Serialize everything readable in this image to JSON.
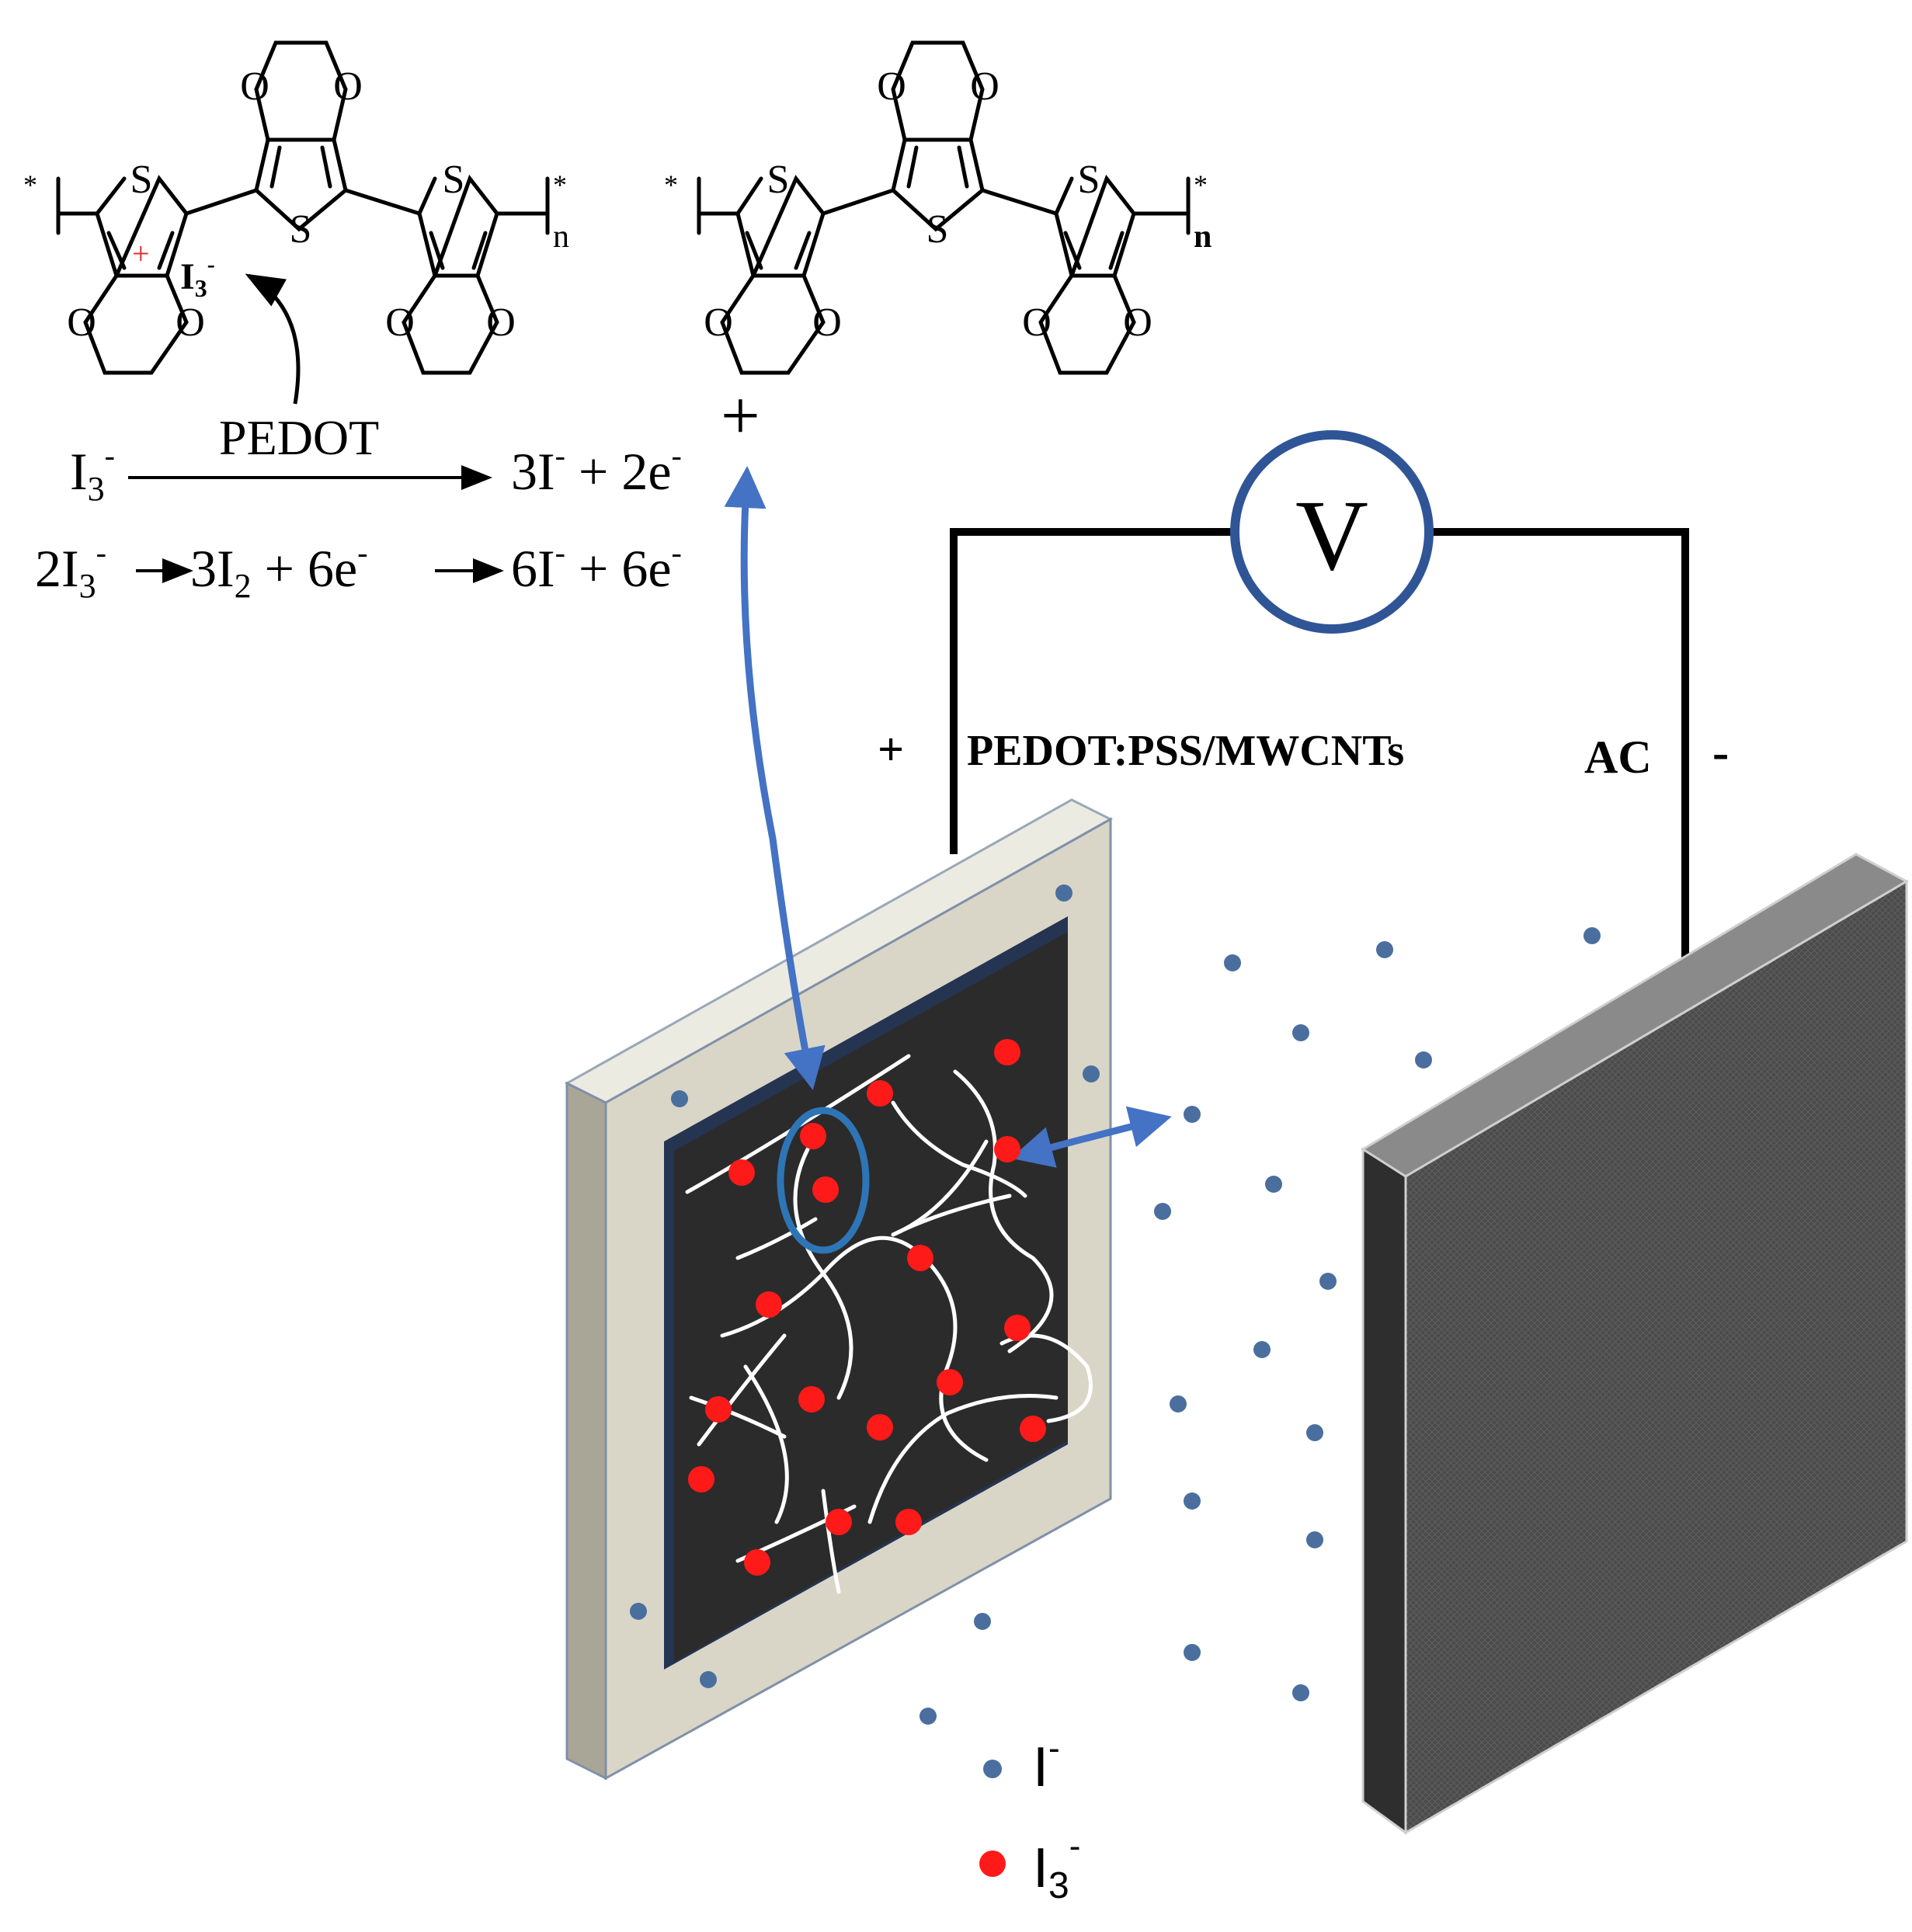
{
  "chem": {
    "atom_s": "S",
    "atom_o": "O",
    "star": "*",
    "n_subscript": "n",
    "charge_plus": "+",
    "iodide_main": "I",
    "iodide_sub": "3",
    "iodide_sup": "-",
    "plus_between": "+"
  },
  "reactions": {
    "catalyst": "PEDOT",
    "r1_left_main": "I",
    "r1_left_sub": "3",
    "r1_left_sup": "-",
    "r1_right_a": "3I",
    "r1_right_a_sup": "-",
    "r1_right_b": " + 2e",
    "r1_right_b_sup": "-",
    "r2_a": "2I",
    "r2_a_sub": "3",
    "r2_a_sup": "-",
    "r2_b": "3I",
    "r2_b_sub": "2",
    "r2_c": " + 6e",
    "r2_c_sup": "-",
    "r2_d": "6I",
    "r2_d_sup": "-",
    "r2_e": " + 6e",
    "r2_e_sup": "-"
  },
  "circuit": {
    "voltmeter_label": "V",
    "positive_sign": "+",
    "negative_sign": "-",
    "electrode_left_label": "PEDOT:PSS/MWCNTs",
    "electrode_right_label": "AC"
  },
  "legend": {
    "iodide_label": "I",
    "iodide_sup": "-",
    "triiodide_label": "I",
    "triiodide_sub": "3",
    "triiodide_sup": "-"
  },
  "colors": {
    "blue_accent": "#4472c4",
    "voltmeter_ring": "#2f5597",
    "ion_blue": "#4a6f9e",
    "ion_red": "#ff1a1a",
    "frame_beige": "#d9d6c8",
    "electrode_dark": "#2b2b2b",
    "ac_gray": "#4a4a4a"
  }
}
